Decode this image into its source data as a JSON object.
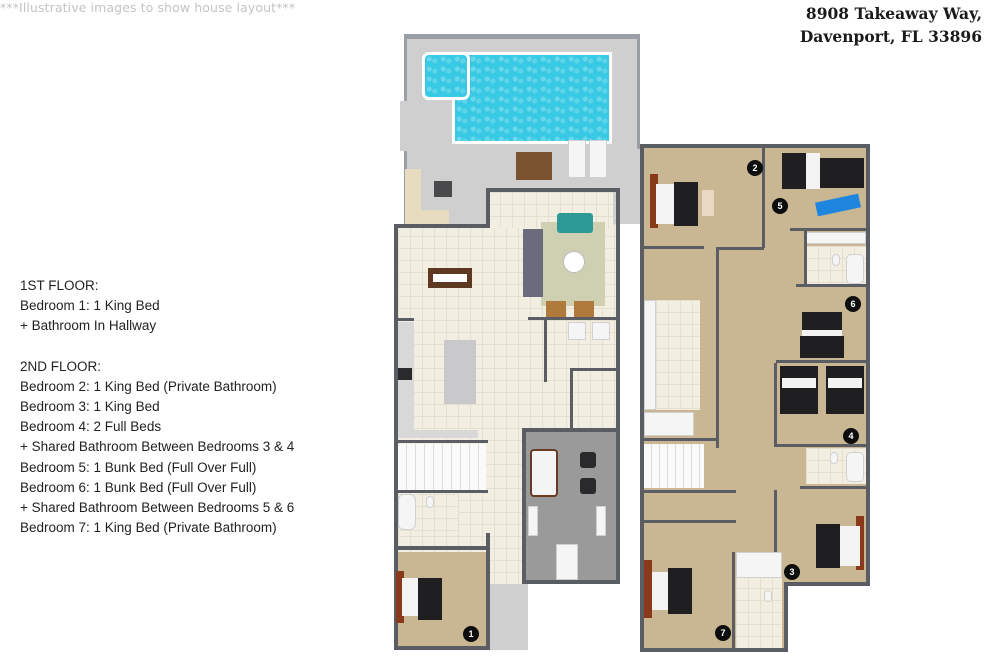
{
  "disclaimer": "***Illustrative images to show house layout***",
  "address": {
    "line1": "8908 Takeaway Way,",
    "line2": "Davenport, FL 33896"
  },
  "legend": {
    "first_floor": {
      "heading": "1ST FLOOR:",
      "items": [
        "Bedroom 1: 1 King Bed",
        "+ Bathroom In Hallway"
      ]
    },
    "second_floor": {
      "heading": "2ND FLOOR:",
      "items": [
        "Bedroom 2: 1 King Bed (Private Bathroom)",
        "Bedroom 3: 1 King Bed",
        "Bedroom 4: 2 Full Beds",
        "+ Shared Bathroom Between Bedrooms 3 & 4",
        "Bedroom 5: 1 Bunk Bed (Full Over Full)",
        "Bedroom 6: 1 Bunk Bed (Full Over Full)",
        "+ Shared Bathroom Between Bedrooms 5 & 6",
        "Bedroom 7: 1 King Bed (Private Bathroom)"
      ]
    }
  },
  "floor_plan": {
    "first_floor": {
      "bedroom_badges": [
        "1"
      ]
    },
    "second_floor": {
      "bedroom_badges": [
        "2",
        "5",
        "6",
        "4",
        "3",
        "7"
      ]
    }
  },
  "colors": {
    "wall": "#5a5d63",
    "carpet": "#c9b692",
    "tile": "#f2efe2",
    "pool": "#38c9e4",
    "deck": "#cfcfcf",
    "game_room_floor": "#9a9a9a"
  }
}
